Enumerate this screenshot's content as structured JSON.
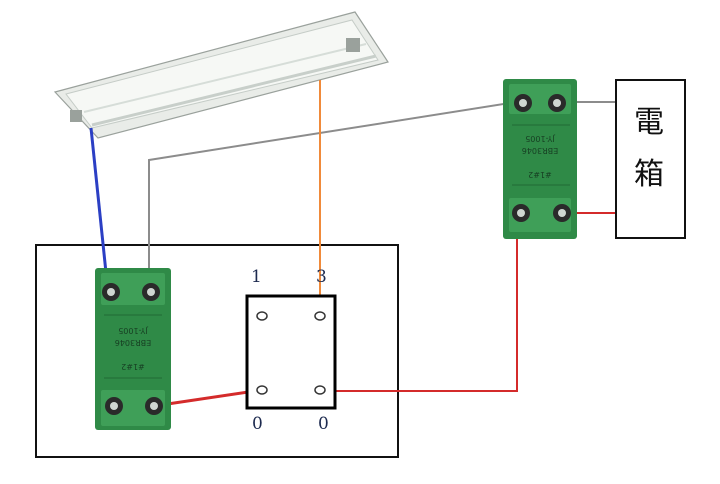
{
  "panel": {
    "line1": "電",
    "line2": "箱"
  },
  "terminal_labels": {
    "top_left": "1",
    "top_right": "3",
    "bottom_left": "0",
    "bottom_right": "0"
  },
  "switch_module": {
    "print_a": "EBR3046",
    "print_b": "JY-1005",
    "print_c": "#1#2"
  },
  "colors": {
    "live": "#d42b2b",
    "neutral": "#2b3fc4",
    "ground": "#8c8c8c",
    "switched": "#f08a3a",
    "module": "#2f8a47"
  }
}
